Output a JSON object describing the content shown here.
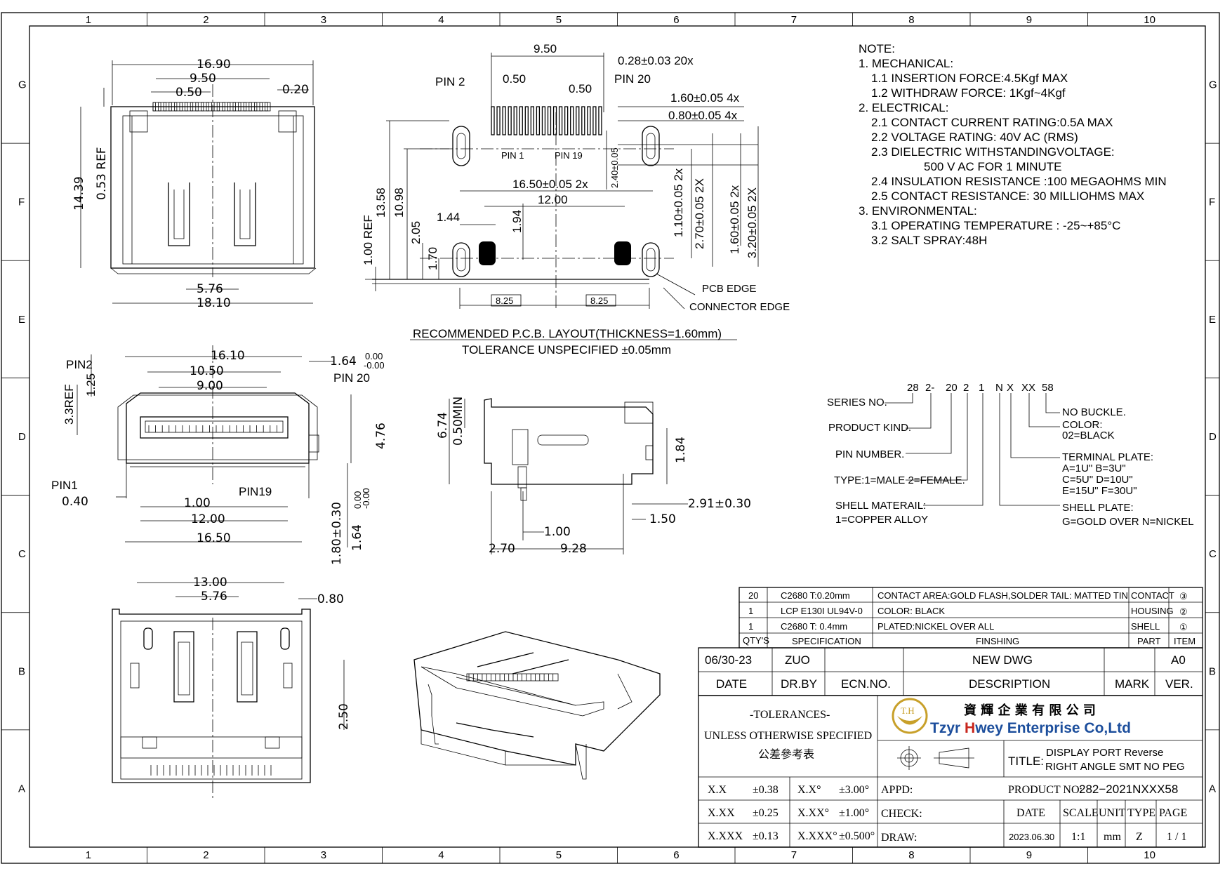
{
  "border": {
    "cols": [
      "1",
      "2",
      "3",
      "4",
      "5",
      "6",
      "7",
      "8",
      "9",
      "10"
    ],
    "rows": [
      "G",
      "F",
      "E",
      "D",
      "C",
      "B",
      "A"
    ]
  },
  "notes": {
    "title": "NOTE:",
    "lines": [
      "1. MECHANICAL:",
      "1.1 INSERTION  FORCE:4.5Kgf MAX",
      "1.2 WITHDRAW FORCE: 1Kgf~4Kgf",
      "2. ELECTRICAL:",
      "2.1 CONTACT CURRENT RATING:0.5A  MAX",
      "2.2 VOLTAGE  RATING: 40V  AC (RMS)",
      "2.3 DIELECTRIC WITHSTANDINGVOLTAGE:",
      "500 V   AC  FOR 1 MINUTE",
      "2.4 INSULATION RESISTANCE :100 MEGAOHMS  MIN",
      "2.5 CONTACT RESISTANCE:  30 MILLIOHMS  MAX",
      "3. ENVIRONMENTAL:",
      "3.1 OPERATING TEMPERATURE : -25~+85°C",
      "3.2 SALT SPRAY:48H"
    ]
  },
  "pcb_layout": {
    "caption": "RECOMMENDED  P.C.B.  LAYOUT(THICKNESS=1.60mm)",
    "tolerance": "TOLERANCE  UNSPECIFIED  ±0.05mm",
    "dims": [
      "9.50",
      "0.28±0.03  20x",
      "0.50",
      "0.50",
      "PIN  2",
      "PIN  20",
      "1.60±0.05  4x",
      "0.80±0.05  4x",
      "PIN  1",
      "PIN  19",
      "16.50±0.05  2x",
      "2.40±0.05",
      "13.58",
      "10.98",
      "12.00",
      "1.44",
      "1.94",
      "2.05",
      "1.70",
      "1.00  REF",
      "1.10±0.05  2x",
      "2.70±0.05  2X",
      "1.60±0.05  2x",
      "3.20±0.05  2X",
      "8.25",
      "8.25",
      "PCB  EDGE",
      "CONNECTOR  EDGE"
    ]
  },
  "top_view": {
    "dims": [
      "16.90",
      "9.50",
      "0.50",
      "0.20",
      "14.39",
      "0.53  REF",
      "5.76",
      "18.10"
    ]
  },
  "front_view": {
    "dims": [
      "16.10",
      "10.50",
      "9.00",
      "PIN2",
      "3.3REF",
      "1.25",
      "1.64",
      "0.00",
      "-0.00",
      "PIN  20",
      "4.76",
      "PIN1",
      "0.40",
      "PIN19",
      "1.00",
      "12.00",
      "16.50",
      "1.80±0.30",
      "1.64",
      "0.00",
      "-0.00"
    ]
  },
  "side_view": {
    "dims": [
      "6.74",
      "0.50MIN",
      "1.84",
      "2.91±0.30",
      "1.50",
      "1.00",
      "2.70",
      "9.28"
    ]
  },
  "bottom_view": {
    "dims": [
      "13.00",
      "5.76",
      "0.80",
      "2.50"
    ]
  },
  "part_number": {
    "codes": [
      "28",
      "2-",
      "20",
      "2",
      "1",
      "N",
      "X",
      "XX",
      "58"
    ],
    "labels": {
      "series": "SERIES  NO.",
      "product": "PRODUCT  KIND.",
      "pin": "PIN  NUMBER.",
      "type": "TYPE:1=MALE  2=FEMALE.",
      "shell_material": "SHELL  MATERAIL:",
      "copper": "1=COPPER  ALLOY",
      "buckle": "NO  BUCKLE.",
      "color": "COLOR:",
      "black": "02=BLACK",
      "terminal": "TERMINAL  PLATE:",
      "t1": "A=1U\"    B=3U\"",
      "t2": "C=5U\"    D=10U\"",
      "t3": "E=15U\"  F=30U\"",
      "shell_plate": "SHELL  PLATE:",
      "gold": "G=GOLD  OVER  N=NICKEL"
    }
  },
  "bom": {
    "rows": [
      {
        "qty": "20",
        "spec": "C2680  T:0.20mm",
        "finish": "CONTACT  AREA:GOLD  FLASH,SOLDER  TAIL:  MATTED  TIN",
        "part": "CONTACT",
        "item": "③"
      },
      {
        "qty": "1",
        "spec": "LCP  E130I  UL94V-0",
        "finish": "COLOR:  BLACK",
        "part": "HOUSING",
        "item": "②"
      },
      {
        "qty": "1",
        "spec": "C2680   T:  0.4mm",
        "finish": "PLATED:NICKEL  OVER  ALL",
        "part": "SHELL",
        "item": "①"
      }
    ],
    "header": {
      "qty": "QTY'S",
      "spec": "SPECIFICATION",
      "finish": "FINSHING",
      "part": "PART",
      "item": "ITEM"
    }
  },
  "revision": {
    "date": "06/30-23",
    "drby": "ZUO",
    "ecn": "",
    "desc": "NEW  DWG",
    "mark": "",
    "ver": "A0",
    "h_date": "DATE",
    "h_drby": "DR.BY",
    "h_ecn": "ECN.NO.",
    "h_desc": "DESCRIPTION",
    "h_mark": "MARK",
    "h_ver": "VER."
  },
  "title_block": {
    "tol_title": "-TOLERANCES-",
    "tol_sub": "UNLESS OTHERWISE SPECIFIED",
    "tol_cn": "公差參考表",
    "company_cn": "資 輝 企 業 有 限 公 司",
    "company_en_1": "Tzyr ",
    "company_en_h": "H",
    "company_en_2": "wey Enterprise Co,Ltd",
    "logo_text": "T.H",
    "title_label": "TITLE:",
    "title_1": "DISPLAY PORT Reverse",
    "title_2": "RIGHT ANGLE SMT NO PEG",
    "tol_rows": [
      {
        "a": "X.X",
        "b": "±0.38",
        "c": "X.X°",
        "d": "±3.00°"
      },
      {
        "a": "X.XX",
        "b": "±0.25",
        "c": "X.XX°",
        "d": "±1.00°"
      },
      {
        "a": "X.XXX",
        "b": "±0.13",
        "c": "X.XXX°",
        "d": "±0.500°"
      }
    ],
    "appd": "APPD:",
    "check": "CHECK:",
    "draw": "DRAW:",
    "product_label": "PRODUCT NO:",
    "product_no": "282−2021NXXX58",
    "h_date": "DATE",
    "h_scale": "SCALE",
    "h_unit": "UNIT",
    "h_type": "TYPE",
    "h_page": "PAGE",
    "v_date": "2023.06.30",
    "v_scale": "1:1",
    "v_unit": "mm",
    "v_type": "Z",
    "v_page": "1 / 1"
  },
  "colors": {
    "logo": "#c8a02a",
    "company_red": "#c8261d",
    "company_blue": "#1c4e9c"
  }
}
